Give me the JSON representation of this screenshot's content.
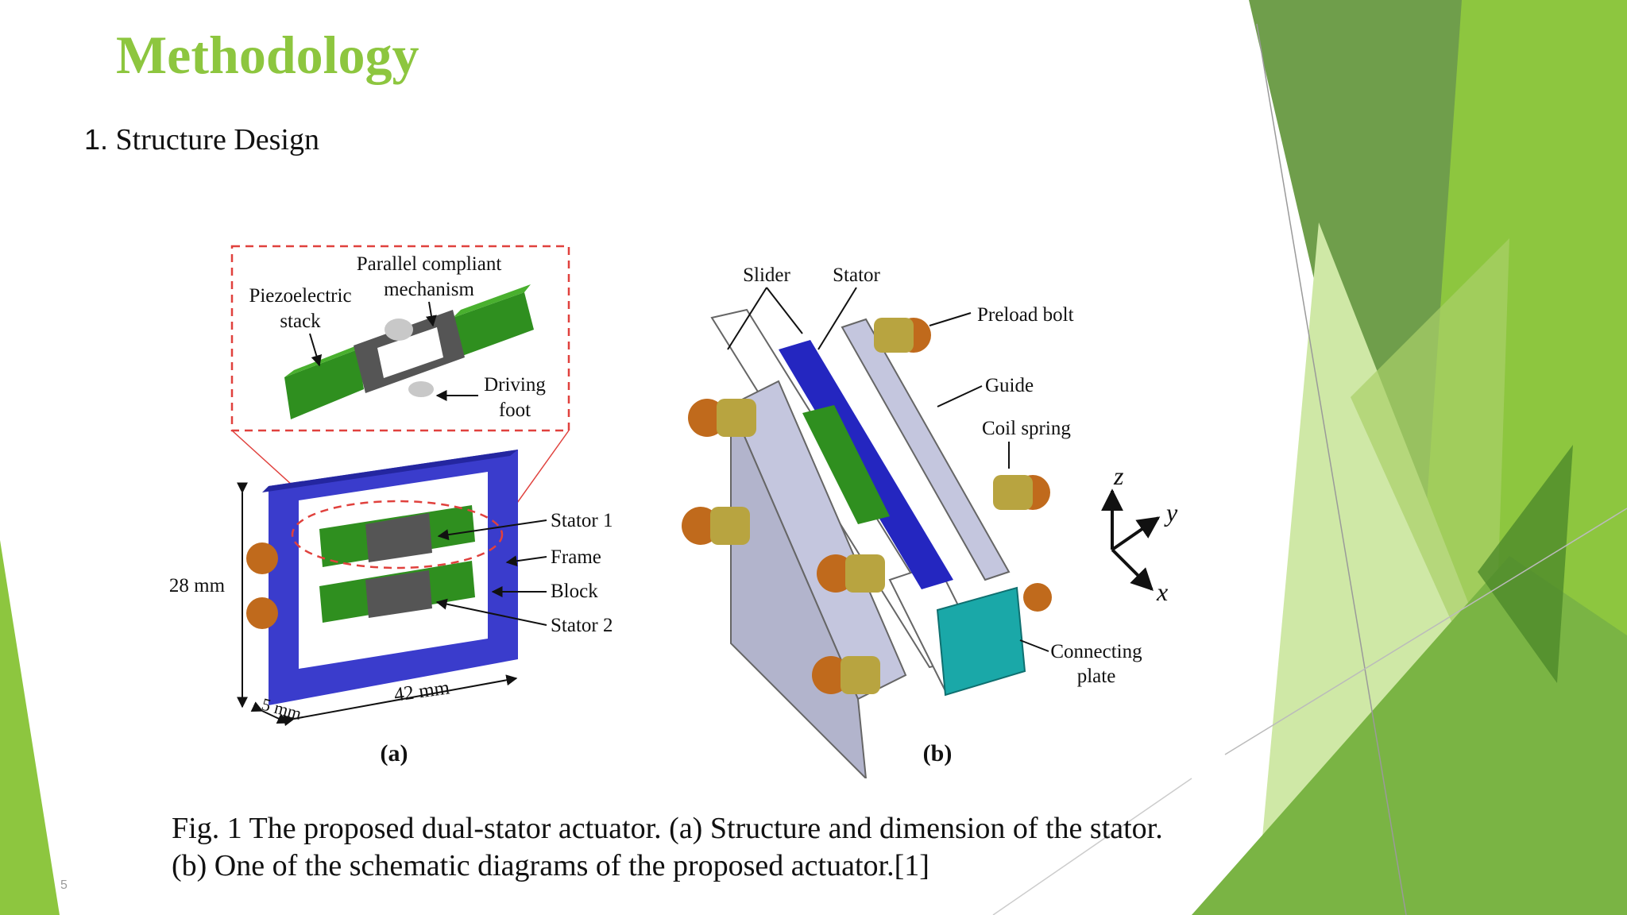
{
  "slide": {
    "title": "Methodology",
    "subtitle_number": "1.",
    "subtitle_text": "Structure Design",
    "page_number": "5",
    "accent_color": "#8dc63f"
  },
  "figure": {
    "panel_a": {
      "label": "(a)",
      "callout_line1": "Parallel compliant",
      "callout_line2": "mechanism",
      "piezo_line1": "Piezoelectric",
      "piezo_line2": "stack",
      "driving_line1": "Driving",
      "driving_line2": "foot",
      "stator1": "Stator 1",
      "frame": "Frame",
      "block": "Block",
      "stator2": "Stator 2",
      "dim_height": "28 mm",
      "dim_width": "42 mm",
      "dim_depth": "5 mm"
    },
    "panel_b": {
      "label": "(b)",
      "slider": "Slider",
      "stator": "Stator",
      "preload_bolt": "Preload bolt",
      "guide": "Guide",
      "coil_spring": "Coil spring",
      "connecting_line1": "Connecting",
      "connecting_line2": "plate",
      "axis_z": "z",
      "axis_y": "y",
      "axis_x": "x"
    }
  },
  "caption": {
    "line1": "Fig. 1 The proposed dual-stator actuator. (a) Structure and dimension of the stator.",
    "line2": "(b) One of the schematic diagrams of the proposed actuator.[1]"
  }
}
